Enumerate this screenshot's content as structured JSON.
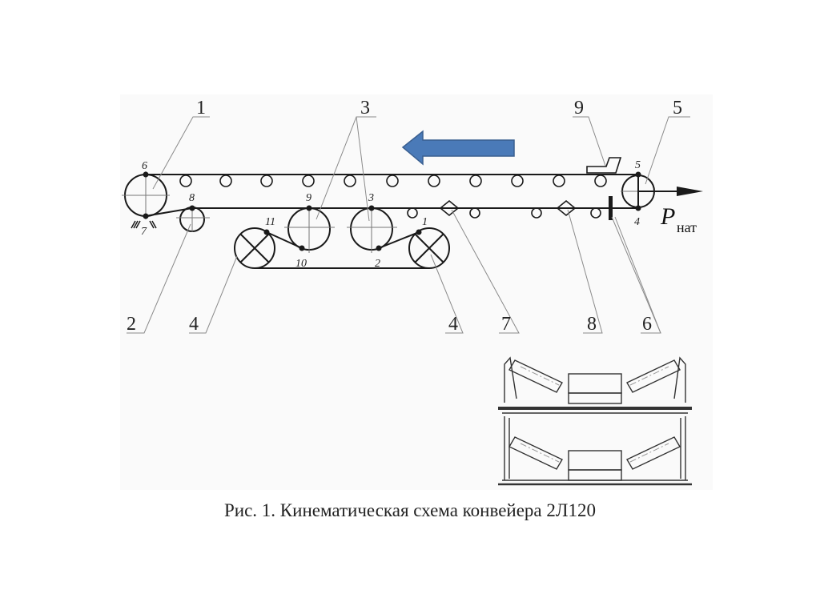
{
  "caption": "Рис. 1. Кинематическая схема конвейера 2Л120",
  "colors": {
    "figure_bg": "#fafafa",
    "line": "#1a1a1a",
    "leader": "#8a8a8a",
    "arrow_fill": "#4a7ab8",
    "arrow_stroke": "#3a5f90"
  },
  "callouts": {
    "top": [
      "1",
      "3",
      "9",
      "5"
    ],
    "bottom": [
      "2",
      "4",
      "4",
      "7",
      "8",
      "6"
    ]
  },
  "points": {
    "p6": "6",
    "p7": "7",
    "p8": "8",
    "p9": "9",
    "p3": "3",
    "p11": "11",
    "p10": "10",
    "p2": "2",
    "p1": "1",
    "p5": "5",
    "p4": "4"
  },
  "force_label": {
    "main": "P",
    "sub": "нат"
  },
  "direction_arrow": {
    "icon": "left-arrow-icon",
    "direction": "left"
  }
}
